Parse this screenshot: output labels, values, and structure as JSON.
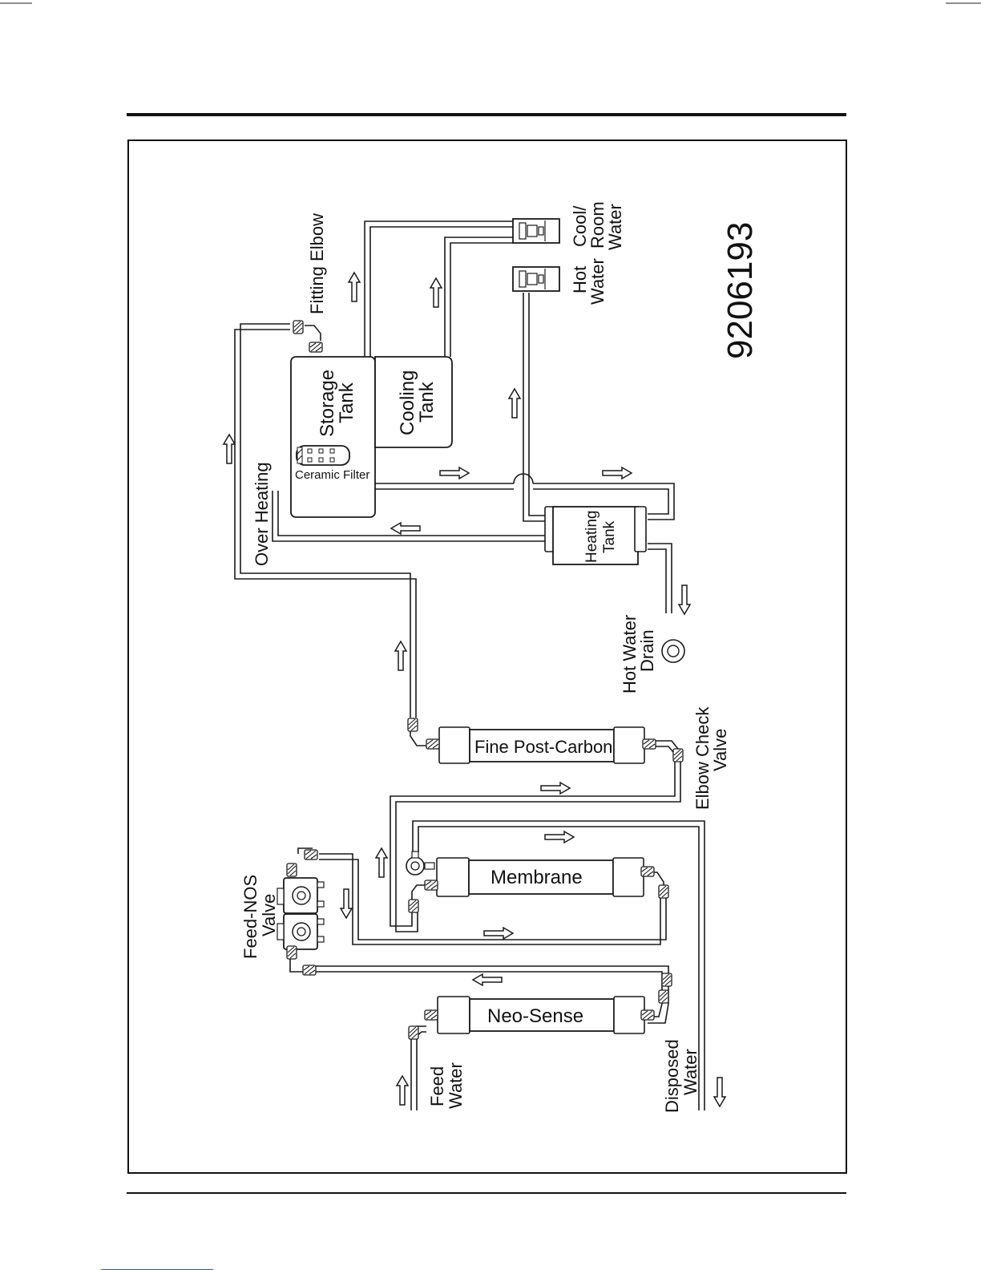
{
  "diagram": {
    "labels": {
      "fitting_elbow": "Fitting Elbow",
      "over_heating": "Over Heating",
      "storage_tank": [
        "Storage",
        "Tank"
      ],
      "cooling_tank": [
        "Cooling",
        "Tank"
      ],
      "ceramic_filter": "Ceramic Filter",
      "heating_tank": [
        "Heating",
        "Tank"
      ],
      "hot_water_outlet": [
        "Hot",
        "Water"
      ],
      "cool_room_water_outlet": [
        "Cool/",
        "Room",
        "Water"
      ],
      "hot_water_drain": [
        "Hot Water",
        "Drain"
      ],
      "fine_post_carbon": "Fine Post-Carbon",
      "elbow_check_valve": [
        "Elbow Check",
        "Valve"
      ],
      "membrane": "Membrane",
      "feed_nos_valve": [
        "Feed-NOS",
        "Valve"
      ],
      "neo_sense": "Neo-Sense",
      "feed_water": [
        "Feed",
        "Water"
      ],
      "disposed_water": [
        "Disposed",
        "Water"
      ],
      "part_number": "9206193"
    }
  }
}
